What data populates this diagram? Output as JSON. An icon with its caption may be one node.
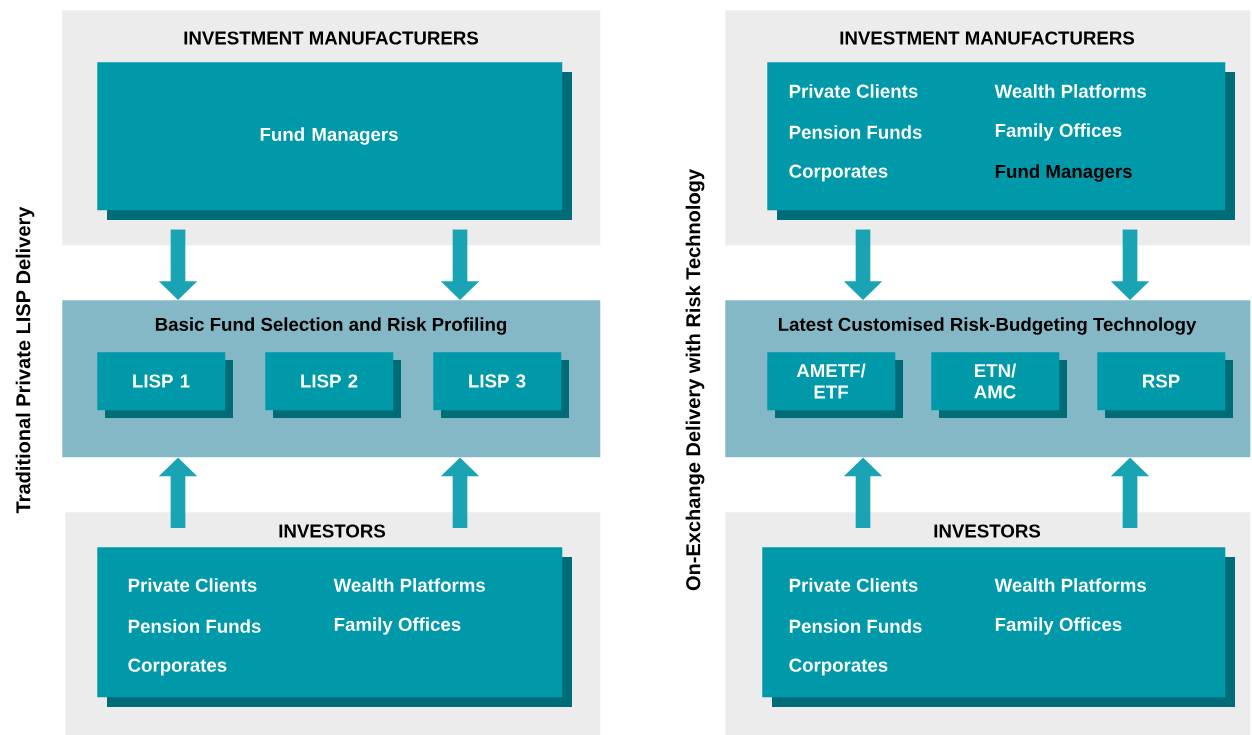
{
  "diagram": {
    "nodes": [
      {
        "text": [
          "INVESTMENT MANUFACTURERS"
        ]
      },
      {
        "text": [
          "Fund Managers"
        ],
        "in": 0
      },
      {
        "text": [
          "Basic Fund Selection and Risk Profiling"
        ]
      },
      {
        "text": [
          "LISP 1"
        ],
        "in": 2
      },
      {
        "text": [
          "LISP 2"
        ],
        "in": 2
      },
      {
        "text": [
          "LISP 3"
        ],
        "in": 2
      },
      {
        "text": [
          "INVESTORS"
        ]
      },
      {
        "text": [
          "Private Clients",
          "Wealth Platforms",
          "Pension Funds",
          "Family Offices",
          "Corporates"
        ],
        "in": 6
      },
      {
        "text": [
          "INVESTMENT MANUFACTURERS"
        ]
      },
      {
        "text": [
          "Private Clients",
          "Wealth Platforms",
          "Pension Funds",
          "Family Offices",
          "Corporates",
          "Fund Managers"
        ],
        "in": 8
      },
      {
        "text": [
          "Latest Customised Risk-Budgeting Technology"
        ]
      },
      {
        "text": [
          "AMETF/ ETF"
        ],
        "in": 10
      },
      {
        "text": [
          "ETN/ AMC"
        ],
        "in": 10
      },
      {
        "text": [
          "RSP"
        ],
        "in": 10
      },
      {
        "text": [
          "INVESTORS"
        ]
      },
      {
        "text": [
          "Private Clients",
          "Wealth Platforms",
          "Pension Funds",
          "Family Offices",
          "Corporates"
        ],
        "in": 14
      }
    ],
    "edges": [
      {
        "from": 0,
        "to": 2,
        "arrow": "to"
      },
      {
        "from": 0,
        "to": 2,
        "arrow": "to"
      },
      {
        "from": 6,
        "to": 2,
        "arrow": "to"
      },
      {
        "from": 6,
        "to": 2,
        "arrow": "to"
      },
      {
        "from": 8,
        "to": 10,
        "arrow": "to"
      },
      {
        "from": 8,
        "to": 10,
        "arrow": "to"
      },
      {
        "from": 14,
        "to": 10,
        "arrow": "to"
      },
      {
        "from": 14,
        "to": 10,
        "arrow": "to"
      }
    ],
    "labels": [
      "Traditional Private LISP Delivery",
      "On-Exchange Delivery with Risk Technology"
    ]
  }
}
